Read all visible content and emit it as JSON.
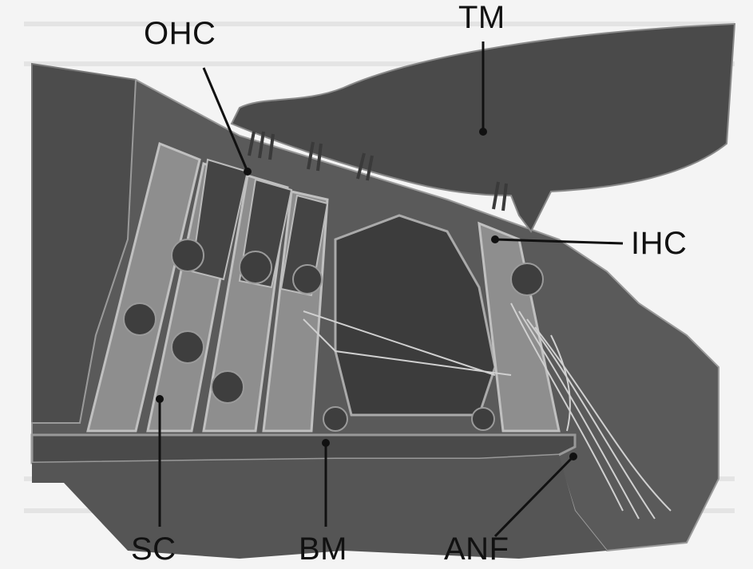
{
  "figure": {
    "labels": {
      "ohc": "OHC",
      "tm": "TM",
      "ihc": "IHC",
      "sc": "SC",
      "bm": "BM",
      "anf": "ANF"
    }
  },
  "colors": {
    "background": "#f4f4f4",
    "tissue_dark": "#4a4a4a",
    "tissue_mid": "#6a6a6a",
    "cell_light": "#9a9a9a",
    "membrane_line": "#c8c8c8",
    "label_text": "#111111"
  }
}
